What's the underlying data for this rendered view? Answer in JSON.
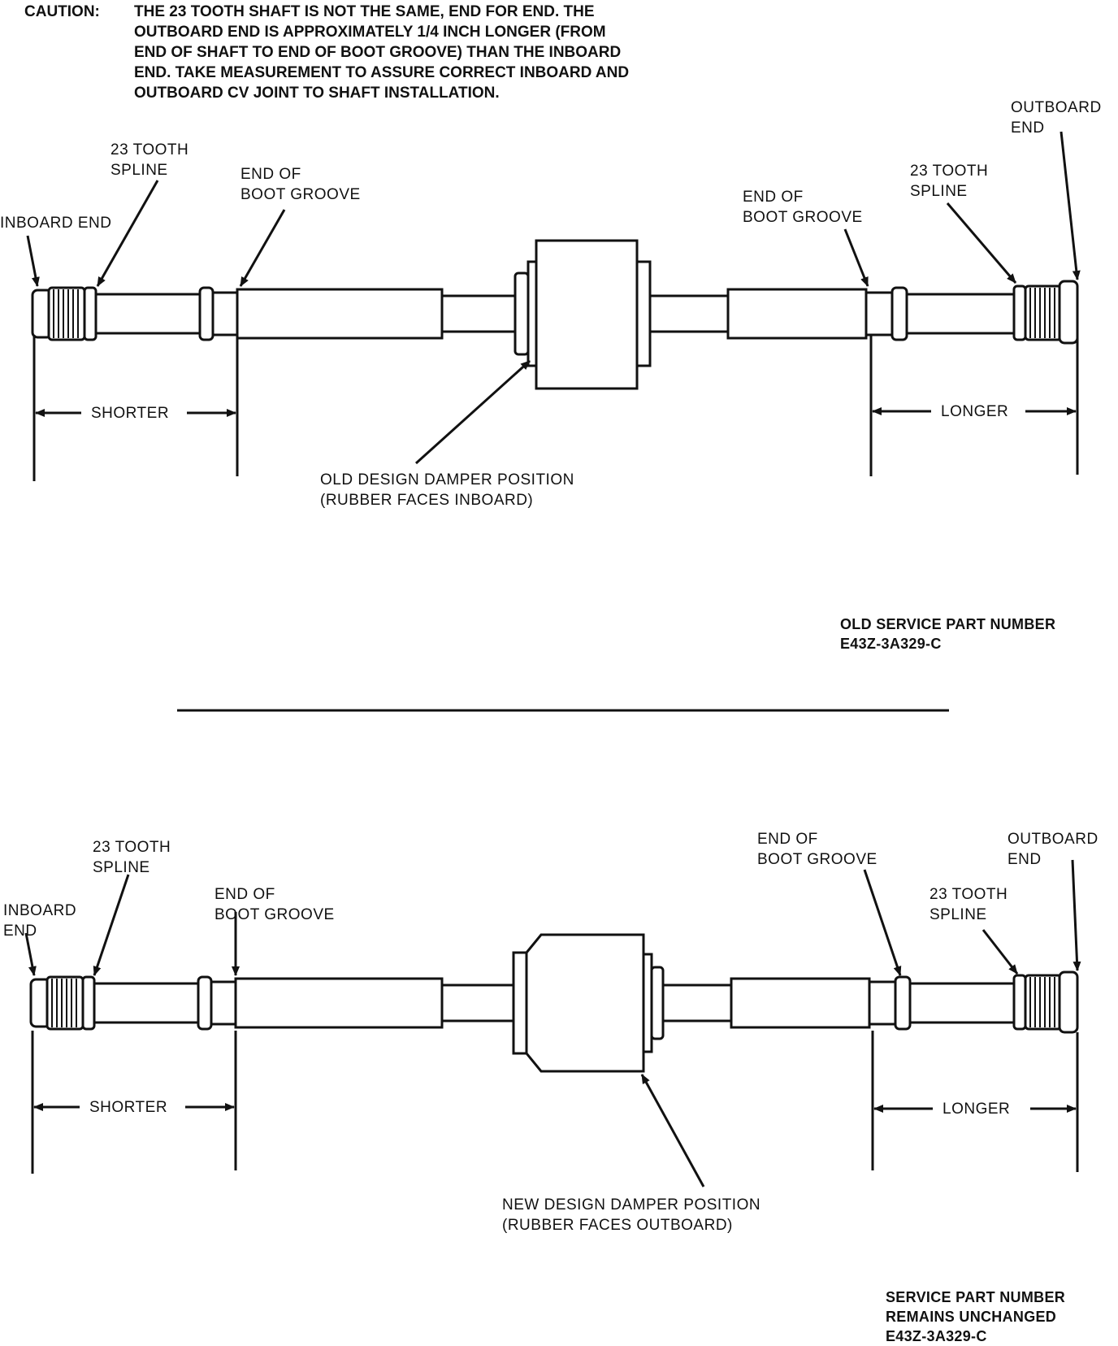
{
  "caution": {
    "label": "CAUTION:",
    "lines": [
      "THE 23 TOOTH SHAFT IS NOT THE SAME, END FOR END. THE",
      "OUTBOARD END IS APPROXIMATELY 1/4 INCH LONGER (FROM",
      "END OF SHAFT TO END OF BOOT GROOVE) THAN THE INBOARD",
      "END. TAKE MEASUREMENT TO ASSURE CORRECT INBOARD AND",
      "OUTBOARD CV JOINT TO SHAFT INSTALLATION."
    ]
  },
  "top": {
    "inboard_end": "INBOARD END",
    "spline_left": [
      "23 TOOTH",
      "SPLINE"
    ],
    "boot_left": [
      "END OF",
      "BOOT GROOVE"
    ],
    "boot_right": [
      "END OF",
      "BOOT GROOVE"
    ],
    "spline_right": [
      "23 TOOTH",
      "SPLINE"
    ],
    "outboard_end": [
      "OUTBOARD",
      "END"
    ],
    "shorter": "SHORTER",
    "longer": "LONGER",
    "damper": [
      "OLD DESIGN DAMPER POSITION",
      "(RUBBER FACES INBOARD)"
    ],
    "part_number": [
      "OLD SERVICE PART NUMBER",
      "E43Z-3A329-C"
    ]
  },
  "bottom": {
    "inboard_end": [
      "INBOARD",
      "END"
    ],
    "spline_left": [
      "23 TOOTH",
      "SPLINE"
    ],
    "boot_left": [
      "END OF",
      "BOOT GROOVE"
    ],
    "boot_right": [
      "END OF",
      "BOOT GROOVE"
    ],
    "spline_right": [
      "23 TOOTH",
      "SPLINE"
    ],
    "outboard_end": [
      "OUTBOARD",
      "END"
    ],
    "shorter": "SHORTER",
    "longer": "LONGER",
    "damper": [
      "NEW DESIGN DAMPER POSITION",
      "(RUBBER FACES OUTBOARD)"
    ],
    "part_number": [
      "SERVICE PART NUMBER",
      "REMAINS UNCHANGED",
      "E43Z-3A329-C"
    ]
  }
}
